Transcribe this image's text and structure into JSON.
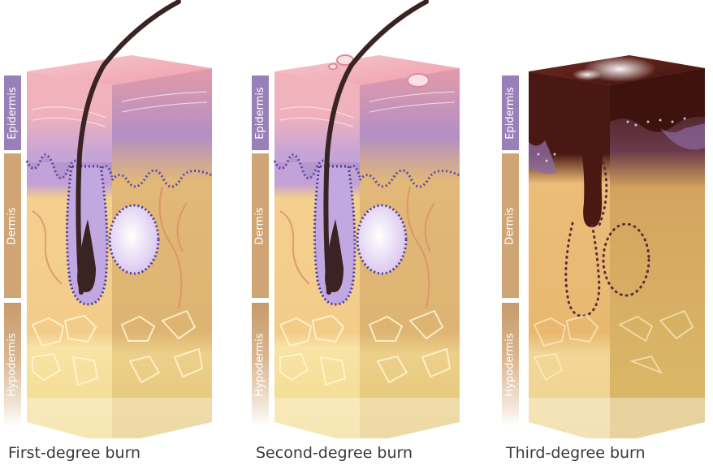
{
  "layers": {
    "epidermis": "Epidermis",
    "dermis": "Dermis",
    "hypodermis": "Hypodermis"
  },
  "panels": [
    {
      "caption": "First-degree burn"
    },
    {
      "caption": "Second-degree burn"
    },
    {
      "caption": "Third-degree burn"
    }
  ],
  "colors": {
    "epidermis_top": "#f2b3bc",
    "epidermis_purple": "#c9a8da",
    "dermis": "#f3cc8a",
    "hypodermis": "#f6e29a",
    "hair": "#3a2323",
    "char": "#4a1812",
    "epidermis_tab": "#9a80b8",
    "dermis_tab": "#cfa575"
  }
}
